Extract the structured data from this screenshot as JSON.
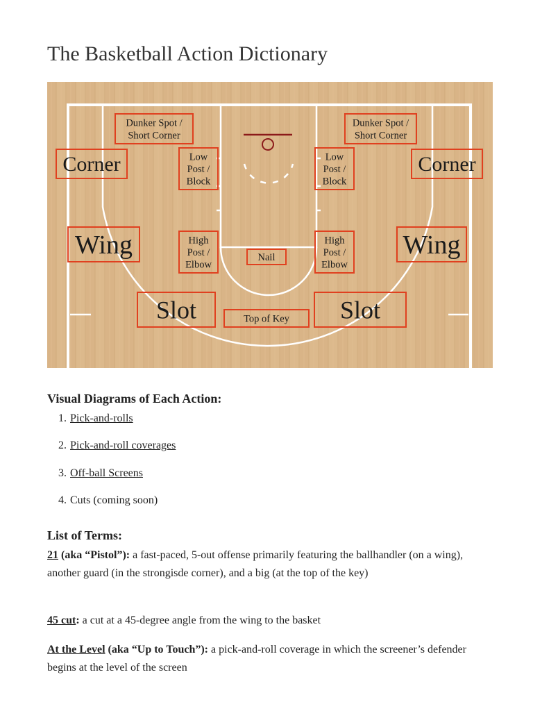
{
  "page": {
    "title": "The Basketball Action Dictionary"
  },
  "court": {
    "floor_color": "#dcb98c",
    "line_color": "#ffffff",
    "label_border_color": "#e0401f",
    "hoop_color": "#8b1a1a",
    "labels": {
      "dunker_left": [
        "Dunker Spot /",
        "Short Corner"
      ],
      "dunker_right": [
        "Dunker Spot /",
        "Short Corner"
      ],
      "corner_left": "Corner",
      "corner_right": "Corner",
      "low_post_left": [
        "Low",
        "Post /",
        "Block"
      ],
      "low_post_right": [
        "Low",
        "Post /",
        "Block"
      ],
      "wing_left": "Wing",
      "wing_right": "Wing",
      "high_post_left": [
        "High",
        "Post /",
        "Elbow"
      ],
      "high_post_right": [
        "High",
        "Post /",
        "Elbow"
      ],
      "nail": "Nail",
      "slot_left": "Slot",
      "slot_right": "Slot",
      "top_of_key": "Top of Key"
    }
  },
  "visual_diagrams": {
    "heading": "Visual Diagrams of Each Action:",
    "items": [
      {
        "num": "1.",
        "label": "Pick-and-rolls"
      },
      {
        "num": "2.",
        "label": "Pick-and-roll coverages"
      },
      {
        "num": "3.",
        "label": "Off-ball Screens"
      },
      {
        "num": "4.",
        "label": "Cuts (coming soon)"
      }
    ]
  },
  "terms": {
    "heading": "List of Terms:",
    "entries": [
      {
        "name": "21",
        "alias": " (aka “Pistol”):",
        "definition": " a fast-paced, 5-out offense primarily featuring the ballhandler (on a wing), another guard (in the strongisde corner), and a big (at the top of the key)"
      },
      {
        "name": "45 cut",
        "alias": ":",
        "definition": " a cut at a 45-degree angle from the wing to the basket"
      },
      {
        "name": "At the Level",
        "alias": " (aka “Up to Touch”):",
        "definition": " a pick-and-roll coverage in which the screener’s defender begins at the level of the screen"
      }
    ]
  }
}
